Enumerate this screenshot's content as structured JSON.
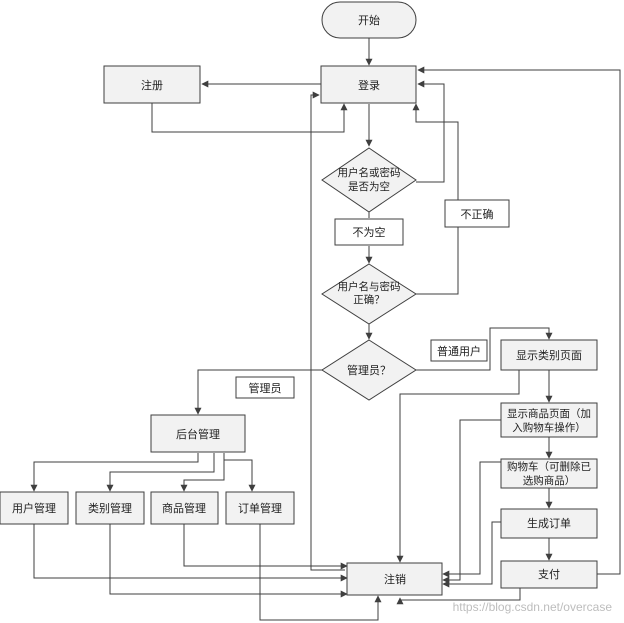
{
  "nodes": {
    "start": "开始",
    "login": "登录",
    "register": "注册",
    "empty_check": [
      "用户名或密码",
      "是否为空"
    ],
    "not_empty": "不为空",
    "incorrect": "不正确",
    "correct_check": [
      "用户名与密码",
      "正确？"
    ],
    "admin_check": "管理员？",
    "normal_user": "普通用户",
    "admin_label": "管理员",
    "backend": "后台管理",
    "user_mgmt": "用户管理",
    "category_mgmt": "类别管理",
    "product_mgmt": "商品管理",
    "order_mgmt": "订单管理",
    "show_category": "显示类别页面",
    "show_product": [
      "显示商品页面（加",
      "入购物车操作）"
    ],
    "cart": [
      "购物车（可删除已",
      "选购商品）"
    ],
    "gen_order": "生成订单",
    "pay": "支付",
    "logout": "注销"
  },
  "watermark": "https://blog.csdn.net/overcase"
}
